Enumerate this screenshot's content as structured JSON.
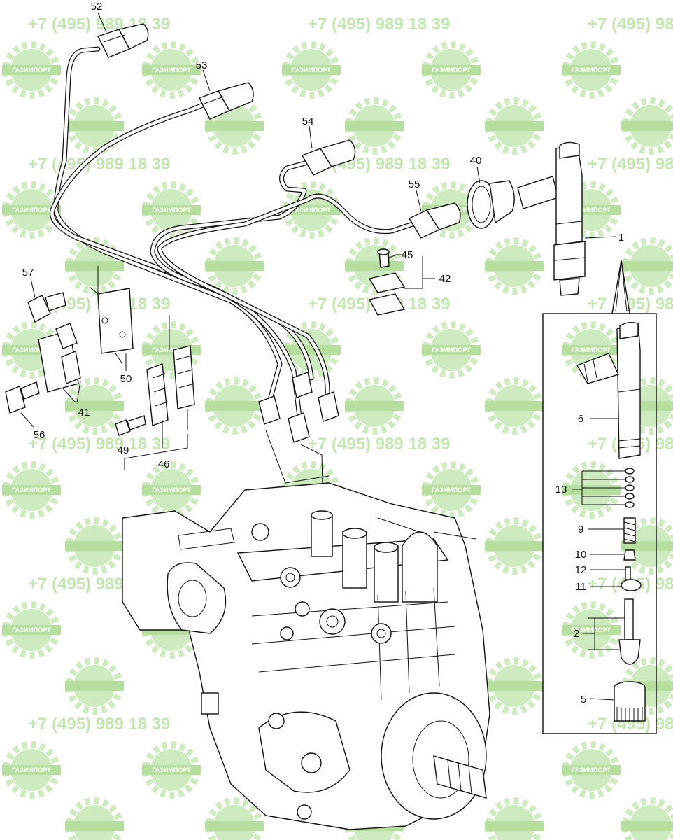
{
  "watermark": {
    "phone": "+7 (495) 989 18 39",
    "brand": "ГАЗИМПОРТ",
    "color": "#b9e3a3"
  },
  "callouts": {
    "n52": "52",
    "n53": "53",
    "n54": "54",
    "n40": "40",
    "n55": "55",
    "n1": "1",
    "n45": "45",
    "n42": "42",
    "n57": "57",
    "n50": "50",
    "n41": "41",
    "n56": "56",
    "n49": "49",
    "n46": "46",
    "n6": "6",
    "n13": "13",
    "n9": "9",
    "n10": "10",
    "n12": "12",
    "n11": "11",
    "n2": "2",
    "n5": "5"
  }
}
